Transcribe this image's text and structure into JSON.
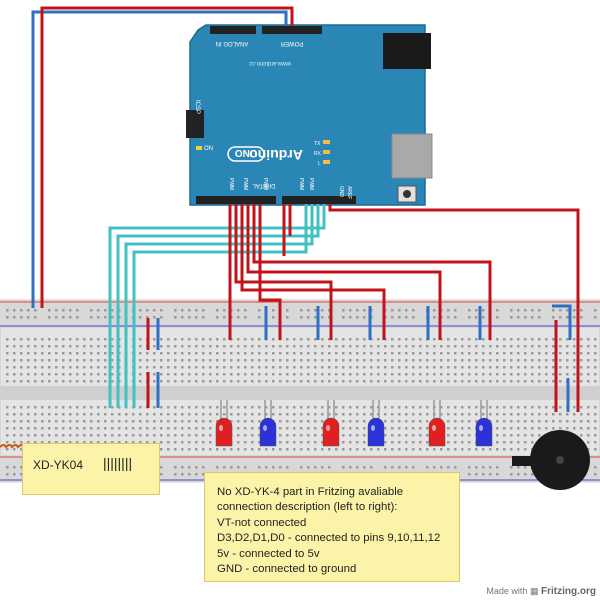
{
  "board": {
    "name": "Arduino",
    "model": "UNO",
    "url": "www.arduino.cc",
    "header_analog": "ANALOG IN",
    "header_power": "POWER",
    "header_digital": "DIGITAL",
    "label_icsp": "ICSP",
    "label_on": "ON",
    "label_tx": "TX",
    "label_rx": "RX",
    "label_aref": "AREF",
    "label_gnd": "GND",
    "label_l": "L",
    "pwm_label": "PWM"
  },
  "module_label": {
    "name": "XD-YK04",
    "pins": "||||||||"
  },
  "description": {
    "lines": [
      "No XD-YK-4 part in Fritzing avaliable",
      "connection description (left to right):",
      "VT-not connected",
      "D3,D2,D1,D0 - connected to pins 9,10,11,12",
      "5v - connected to 5v",
      "GND - connected to ground"
    ]
  },
  "credit": {
    "prefix": "Made with",
    "brand": "Fritzing.org"
  },
  "colors": {
    "wire_red": "#c0141c",
    "wire_blue": "#2f6fc4",
    "wire_cyan": "#43c1c0",
    "board_blue": "#2a86b4",
    "led_red": "#e02020",
    "led_blue": "#2a32d8",
    "note_yellow": "#fbf3a8"
  }
}
